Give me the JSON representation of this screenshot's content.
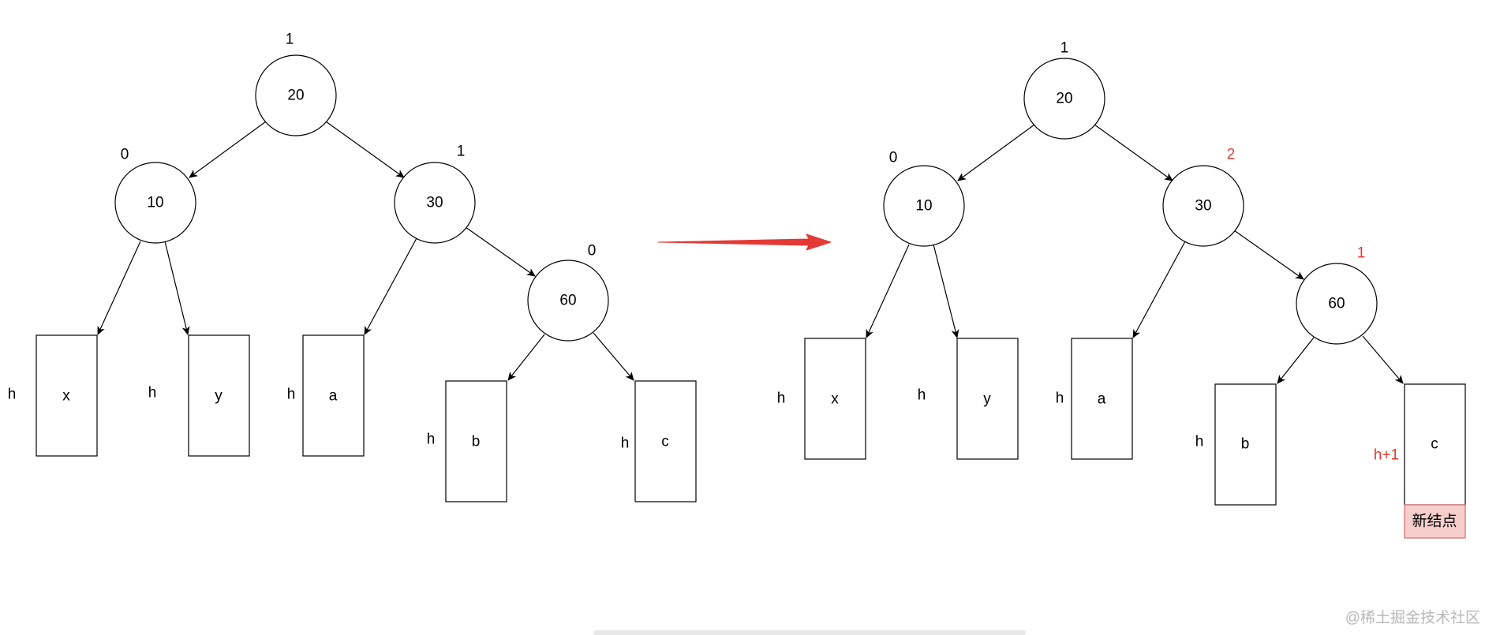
{
  "colors": {
    "normal": "#000000",
    "changed": "#e53935",
    "arrow": "#e53935",
    "new_fill": "#f8cecc",
    "new_stroke": "#d46a68",
    "watermark": "#b8b8b8"
  },
  "before": {
    "nodes": [
      {
        "id": "n20",
        "label": "20",
        "bf": "1"
      },
      {
        "id": "n10",
        "label": "10",
        "bf": "0"
      },
      {
        "id": "n30",
        "label": "30",
        "bf": "1"
      },
      {
        "id": "n60",
        "label": "60",
        "bf": "0"
      }
    ],
    "leaves": [
      {
        "id": "x",
        "label": "x",
        "height": "h"
      },
      {
        "id": "y",
        "label": "y",
        "height": "h"
      },
      {
        "id": "a",
        "label": "a",
        "height": "h"
      },
      {
        "id": "b",
        "label": "b",
        "height": "h"
      },
      {
        "id": "c",
        "label": "c",
        "height": "h"
      }
    ]
  },
  "after": {
    "nodes": [
      {
        "id": "n20",
        "label": "20",
        "bf": "1",
        "changed": false
      },
      {
        "id": "n10",
        "label": "10",
        "bf": "0",
        "changed": false
      },
      {
        "id": "n30",
        "label": "30",
        "bf": "2",
        "changed": true
      },
      {
        "id": "n60",
        "label": "60",
        "bf": "1",
        "changed": true
      }
    ],
    "leaves": [
      {
        "id": "x",
        "label": "x",
        "height": "h",
        "changed": false
      },
      {
        "id": "y",
        "label": "y",
        "height": "h",
        "changed": false
      },
      {
        "id": "a",
        "label": "a",
        "height": "h",
        "changed": false
      },
      {
        "id": "b",
        "label": "b",
        "height": "h",
        "changed": false
      },
      {
        "id": "c",
        "label": "c",
        "height": "h+1",
        "changed": true
      }
    ],
    "new_node_label": "新结点"
  },
  "watermark": "@稀土掘金技术社区"
}
